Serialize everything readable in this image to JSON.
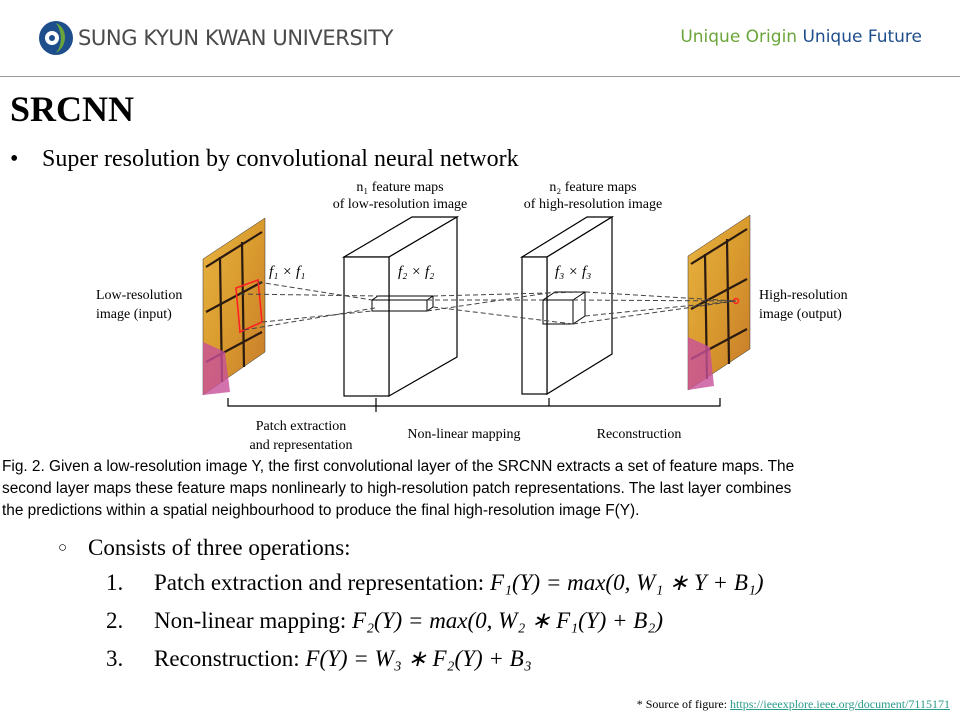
{
  "header": {
    "university": "SUNG KYUN KWAN UNIVERSITY",
    "tagline_part1": "Unique Origin",
    "tagline_part2": "Unique Future"
  },
  "slide": {
    "title": "SRCNN",
    "bullet": "Super resolution by convolutional neural network"
  },
  "figure": {
    "label_n1": "n₁ feature maps",
    "label_n1_sub": "of low-resolution image",
    "label_n2": "n₂ feature maps",
    "label_n2_sub": "of high-resolution image",
    "f1": "f₁ × f₁",
    "f2": "f₂ × f₂",
    "f3": "f₃ × f₃",
    "input_label_1": "Low-resolution",
    "input_label_2": "image (input)",
    "output_label_1": "High-resolution",
    "output_label_2": "image (output)",
    "stage1_line1": "Patch extraction",
    "stage1_line2": "and representation",
    "stage2": "Non-linear mapping",
    "stage3": "Reconstruction"
  },
  "caption": {
    "line1": "Fig. 2.  Given a low-resolution image Y, the first convolutional layer of the SRCNN extracts a set of feature maps. The",
    "line2": "second layer maps these feature maps nonlinearly to high-resolution patch representations. The last layer combines",
    "line3": "the predictions within a spatial neighbourhood to produce the final high-resolution image F(Y)."
  },
  "operations": {
    "heading": "Consists of three operations:",
    "items": [
      {
        "num": "1.",
        "text": "Patch extraction and representation: ",
        "formula": "F₁(Y) = max(0, W₁ ∗ Y + B₁)"
      },
      {
        "num": "2.",
        "text": "Non-linear mapping: ",
        "formula": "F₂(Y) = max(0, W₂ ∗ F₁(Y) + B₂)"
      },
      {
        "num": "3.",
        "text": "Reconstruction: ",
        "formula": "F(Y) = W₃ ∗ F₂(Y) + B₃"
      }
    ]
  },
  "source": {
    "prefix": "* Source of figure:",
    "url": "https://ieeexplore.ieee.org/document/7115171"
  },
  "colors": {
    "logo_green": "#6aa53a",
    "logo_blue": "#1f4e8c",
    "link": "#2a9a8a"
  }
}
